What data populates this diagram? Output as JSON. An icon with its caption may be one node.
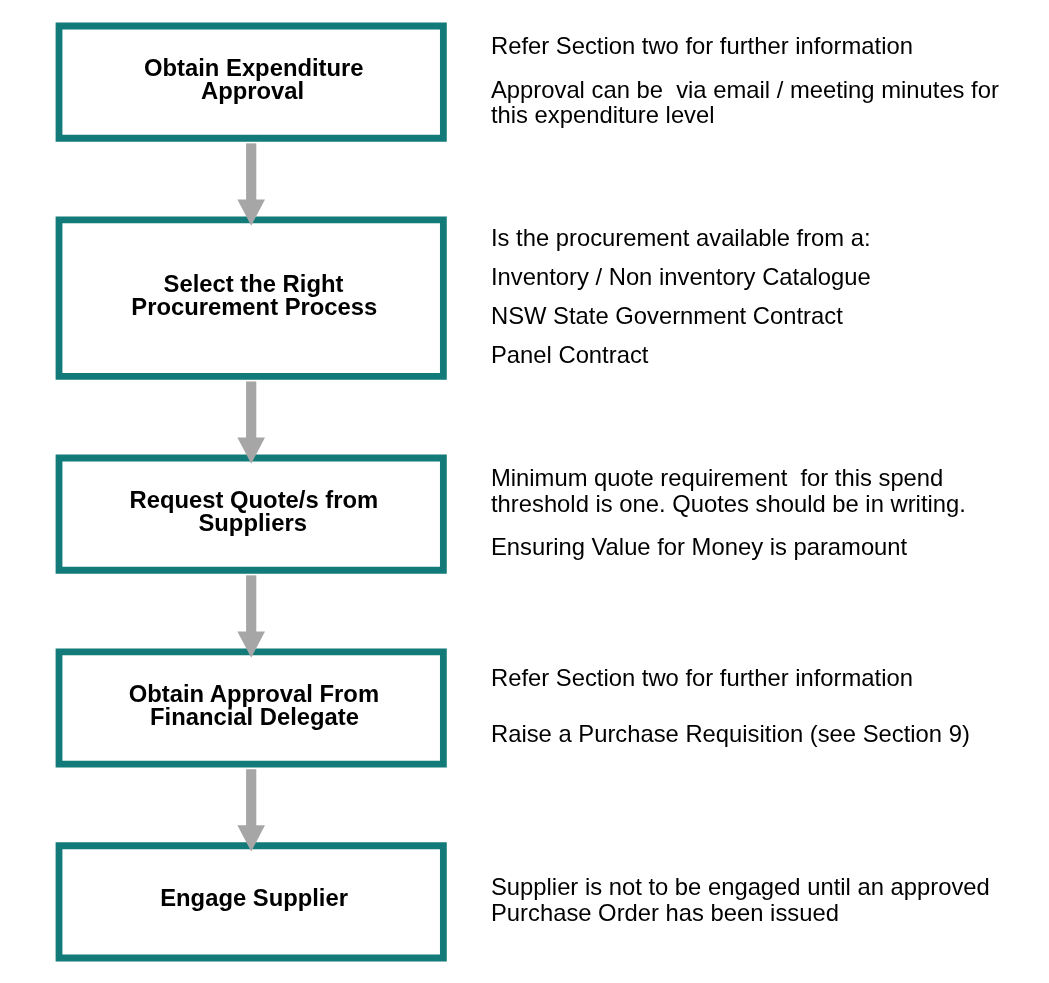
{
  "diagram": {
    "nodes": [
      {
        "text": [
          "Obtain Expenditure Approval"
        ],
        "beside": [
          "Refer Section two for further information",
          "Approval can be  via email / meeting minutes for this expenditure level"
        ]
      },
      {
        "text": [
          "Select the Right Procurement Process"
        ],
        "beside": [
          "Is the procurement available from a:",
          "Inventory / Non inventory Catalogue",
          "NSW State Government Contract",
          "Panel Contract"
        ]
      },
      {
        "text": [
          "Request Quote/s from Suppliers"
        ],
        "beside": [
          "Minimum quote requirement  for this spend threshold is one. Quotes should be in writing.",
          "Ensuring Value for Money is paramount"
        ]
      },
      {
        "text": [
          "Obtain Approval From Financial Delegate"
        ],
        "beside": [
          "Refer Section two for further information",
          "Raise a Purchase Requisition (see Section 9)"
        ]
      },
      {
        "text": [
          "Engage Supplier"
        ],
        "beside": [
          "Supplier is not to be engaged until an approved Purchase Order has been issued"
        ]
      }
    ],
    "edges": [
      {
        "from": 0,
        "to": 1,
        "arrow": "to"
      },
      {
        "from": 1,
        "to": 2,
        "arrow": "to"
      },
      {
        "from": 2,
        "to": 3,
        "arrow": "to"
      },
      {
        "from": 3,
        "to": 4,
        "arrow": "to"
      }
    ]
  }
}
